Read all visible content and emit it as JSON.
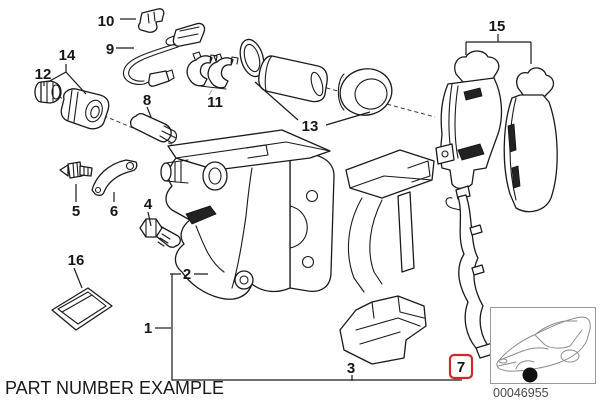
{
  "diagram": {
    "footer_title": "PART NUMBER EXAMPLE",
    "example_part_number": "00046955",
    "highlighted_callout": "7",
    "callouts": {
      "n1": "1",
      "n2": "2",
      "n3": "3",
      "n4": "4",
      "n5": "5",
      "n6": "6",
      "n7": "7",
      "n8": "8",
      "n9": "9",
      "n10": "10",
      "n11": "11",
      "n12": "12",
      "n13": "13",
      "n14": "14",
      "n15": "15",
      "n16": "16"
    },
    "colors": {
      "line": "#1a1a1a",
      "highlight": "#cc2a2a",
      "muted_callout": "#a9a9a9",
      "footer_text": "#1a1a1a",
      "part_number_text": "#4a4a4a"
    }
  }
}
